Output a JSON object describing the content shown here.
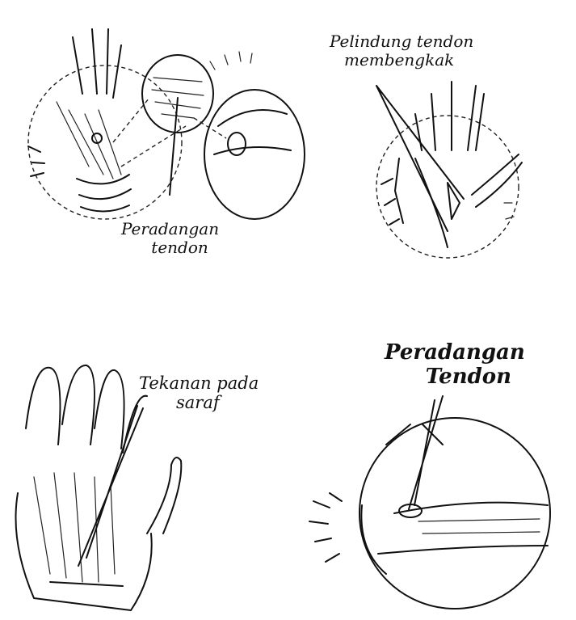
{
  "panels": [
    {
      "id": "top-left",
      "labels": [
        "Peradangan",
        "tendon"
      ]
    },
    {
      "id": "top-right",
      "labels": [
        "Pelindung tendon",
        "membengkak"
      ]
    },
    {
      "id": "bottom-left",
      "labels": [
        "Tekanan pada",
        "saraf"
      ]
    },
    {
      "id": "bottom-right",
      "labels": [
        "Peradangan",
        "Tendon"
      ]
    }
  ]
}
